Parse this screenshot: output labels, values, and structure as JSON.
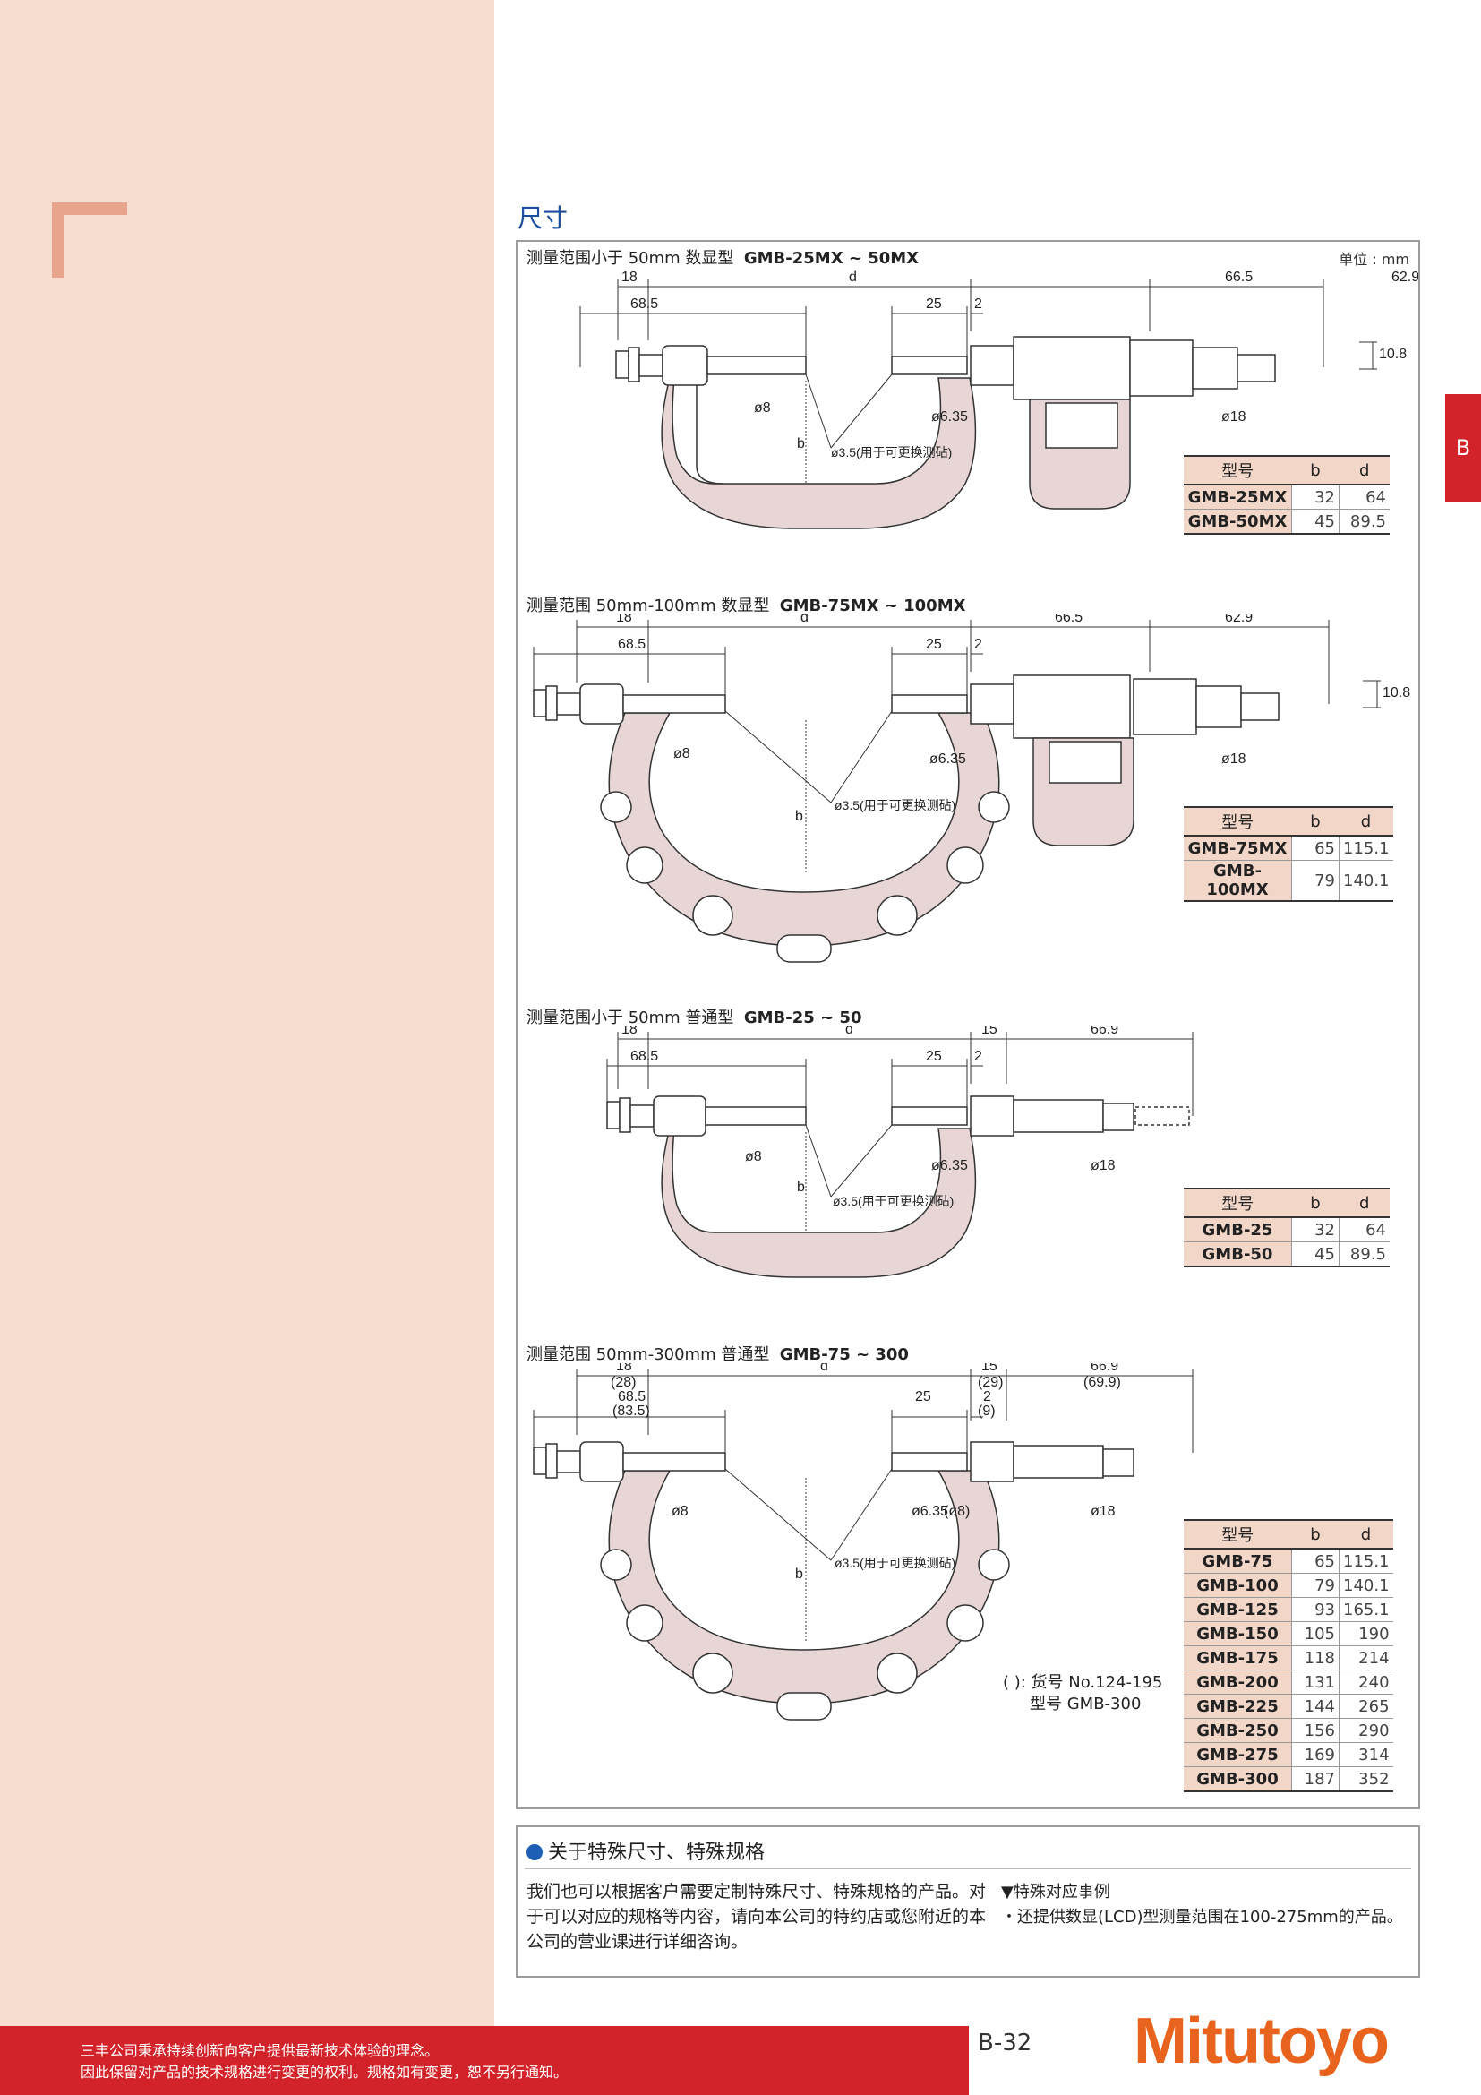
{
  "page": {
    "tab_letter": "B",
    "section_title": "尺寸",
    "unit_label": "单位 : mm",
    "page_number": "B-32",
    "logo": "Mitutoyo"
  },
  "diagrams": [
    {
      "title_prefix": "测量范围小于 50mm 数显型",
      "title_model": "GMB-25MX ~ 50MX",
      "dims": {
        "d18": "18",
        "d": "d",
        "d665": "66.5",
        "d629": "62.9",
        "d685": "68.5",
        "d25": "25",
        "d2": "2",
        "d108": "10.8",
        "phi8": "ø8",
        "phi635": "ø6.35",
        "phi18": "ø18",
        "b": "b",
        "phi35": "ø3.5(用于可更换测砧)"
      },
      "table": {
        "headers": [
          "型号",
          "b",
          "d"
        ],
        "rows": [
          [
            "GMB-25MX",
            "32",
            "64"
          ],
          [
            "GMB-50MX",
            "45",
            "89.5"
          ]
        ]
      }
    },
    {
      "title_prefix": "测量范围 50mm-100mm 数显型",
      "title_model": "GMB-75MX ~ 100MX",
      "dims": {
        "d18": "18",
        "d": "d",
        "d665": "66.5",
        "d629": "62.9",
        "d685": "68.5",
        "d25": "25",
        "d2": "2",
        "d108": "10.8",
        "phi8": "ø8",
        "phi635": "ø6.35",
        "phi18": "ø18",
        "b": "b",
        "phi35": "ø3.5(用于可更换测砧)"
      },
      "table": {
        "headers": [
          "型号",
          "b",
          "d"
        ],
        "rows": [
          [
            "GMB-75MX",
            "65",
            "115.1"
          ],
          [
            "GMB-100MX",
            "79",
            "140.1"
          ]
        ]
      }
    },
    {
      "title_prefix": "测量范围小于 50mm 普通型",
      "title_model": "GMB-25 ~ 50",
      "dims": {
        "d18": "18",
        "d": "d",
        "d15": "15",
        "d669": "66.9",
        "d685": "68.5",
        "d25": "25",
        "d2": "2",
        "phi8": "ø8",
        "phi635": "ø6.35",
        "phi18": "ø18",
        "b": "b",
        "phi35": "ø3.5(用于可更换测砧)"
      },
      "table": {
        "headers": [
          "型号",
          "b",
          "d"
        ],
        "rows": [
          [
            "GMB-25",
            "32",
            "64"
          ],
          [
            "GMB-50",
            "45",
            "89.5"
          ]
        ]
      }
    },
    {
      "title_prefix": "测量范围 50mm-300mm 普通型",
      "title_model": "GMB-75 ~ 300",
      "dims": {
        "d18": "18",
        "d28": "(28)",
        "d": "d",
        "d15": "15",
        "d29": "(29)",
        "d669": "66.9",
        "d699": "(69.9)",
        "d685": "68.5",
        "d835": "(83.5)",
        "d25": "25",
        "d2": "2",
        "d9": "(9)",
        "phi8": "ø8",
        "phi635": "ø6.35",
        "phi8b": "(ø8)",
        "phi18": "ø18",
        "b": "b",
        "phi35": "ø3.5(用于可更换测砧)"
      },
      "note_line1": "( ): 货号  No.124-195",
      "note_line2": "型号  GMB-300",
      "table": {
        "headers": [
          "型号",
          "b",
          "d"
        ],
        "rows": [
          [
            "GMB-75",
            "65",
            "115.1"
          ],
          [
            "GMB-100",
            "79",
            "140.1"
          ],
          [
            "GMB-125",
            "93",
            "165.1"
          ],
          [
            "GMB-150",
            "105",
            "190"
          ],
          [
            "GMB-175",
            "118",
            "214"
          ],
          [
            "GMB-200",
            "131",
            "240"
          ],
          [
            "GMB-225",
            "144",
            "265"
          ],
          [
            "GMB-250",
            "156",
            "290"
          ],
          [
            "GMB-275",
            "169",
            "314"
          ],
          [
            "GMB-300",
            "187",
            "352"
          ]
        ]
      }
    }
  ],
  "special": {
    "heading": "关于特殊尺寸、特殊规格",
    "body": "我们也可以根据客户需要定制特殊尺寸、特殊规格的产品。对于可以对应的规格等内容，请向本公司的特约店或您附近的本公司的营业课进行详细咨询。",
    "example_title": "▼特殊对应事例",
    "example_item": "・还提供数显(LCD)型测量范围在100-275mm的产品。"
  },
  "footer": {
    "line1": "三丰公司秉承持续创新向客户提供最新技术体验的理念。",
    "line2": "因此保留对产品的技术规格进行变更的权利。规格如有变更，恕不另行通知。"
  },
  "colors": {
    "brand_red": "#d2232a",
    "logo_orange": "#e8641e",
    "sidebar": "#f6ddd0",
    "accent_pink": "#f2d7c9",
    "title_blue": "#1d4e9e"
  }
}
